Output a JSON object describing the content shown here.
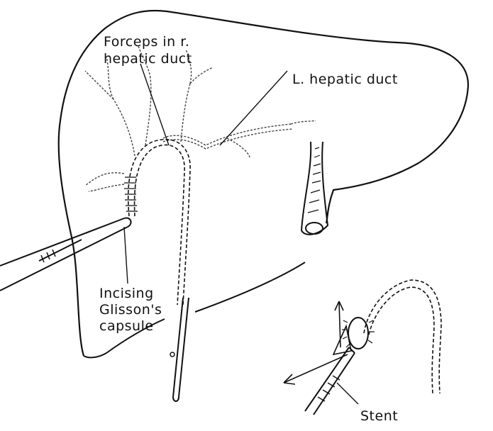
{
  "labels": {
    "forceps_line1": "Forceps in r.",
    "forceps_line2": "hepatic duct",
    "left_hepatic_duct": "L. hepatic duct",
    "incising_line1": "Incising",
    "incising_line2": "Glisson's",
    "incising_line3": "capsule",
    "stent": "Stent"
  },
  "colors": {
    "ink": "#111111",
    "paper": "#ffffff"
  }
}
